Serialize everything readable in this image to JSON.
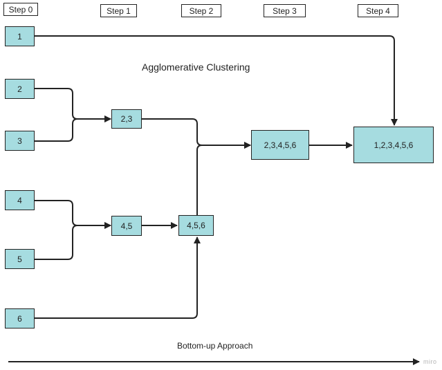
{
  "steps": [
    "Step 0",
    "Step 1",
    "Step 2",
    "Step 3",
    "Step 4"
  ],
  "title": "Agglomerative Clustering",
  "nodes": {
    "n1": "1",
    "n2": "2",
    "n3": "3",
    "n4": "4",
    "n5": "5",
    "n6": "6",
    "n23": "2,3",
    "n45": "4,5",
    "n456": "4,5,6",
    "n23456": "2,3,4,5,6",
    "n123456": "1,2,3,4,5,6"
  },
  "footer": "Bottom-up Approach",
  "brand": "miro",
  "colors": {
    "node_fill": "#a6dce0",
    "stroke": "#222222"
  }
}
